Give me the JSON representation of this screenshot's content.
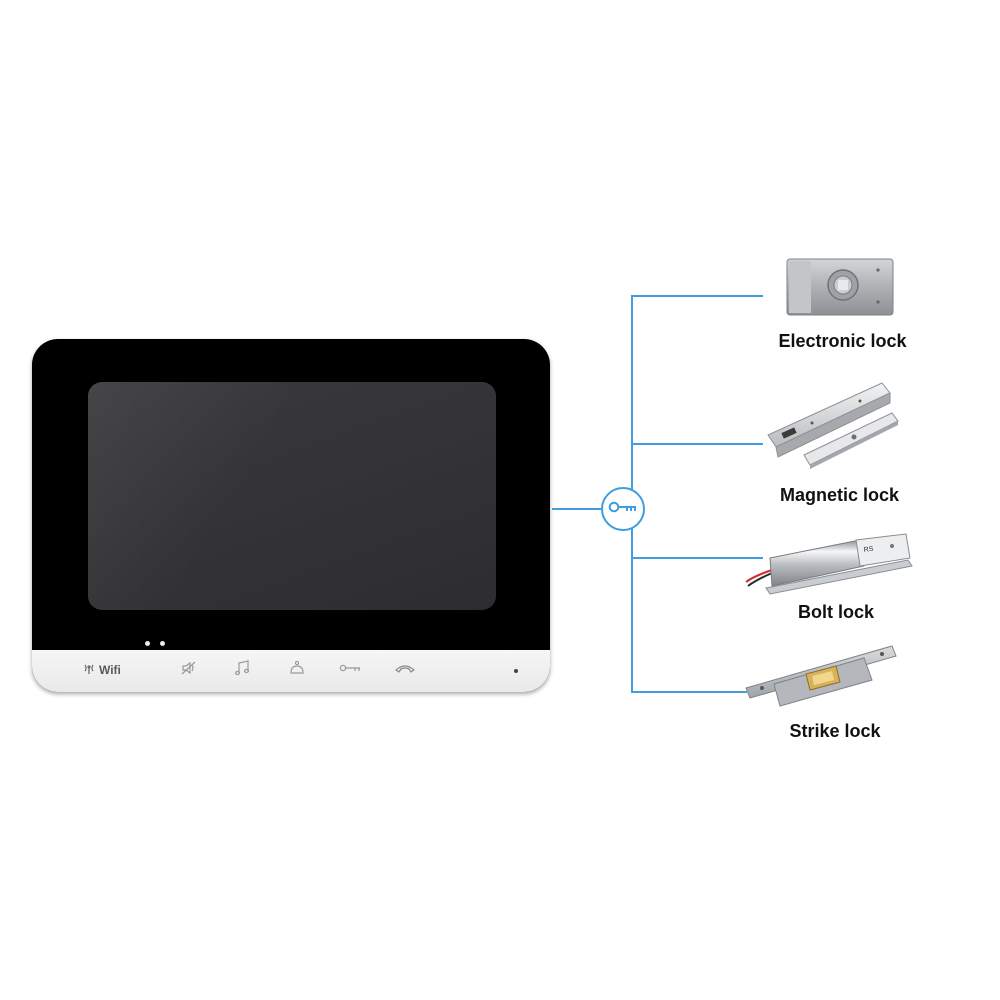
{
  "monitor": {
    "wifi_label": "Wifi",
    "buttons": [
      {
        "icon": "mute-icon"
      },
      {
        "icon": "music-note-icon"
      },
      {
        "icon": "bell-icon"
      },
      {
        "icon": "key-icon"
      },
      {
        "icon": "phone-icon"
      }
    ]
  },
  "connector": {
    "icon": "key-icon",
    "line_color": "#3e9ee0"
  },
  "locks": [
    {
      "label": "Electronic lock",
      "image": "electronic-lock-image"
    },
    {
      "label": "Magnetic lock",
      "image": "magnetic-lock-image"
    },
    {
      "label": "Bolt lock",
      "image": "bolt-lock-image"
    },
    {
      "label": "Strike lock",
      "image": "strike-lock-image"
    }
  ]
}
